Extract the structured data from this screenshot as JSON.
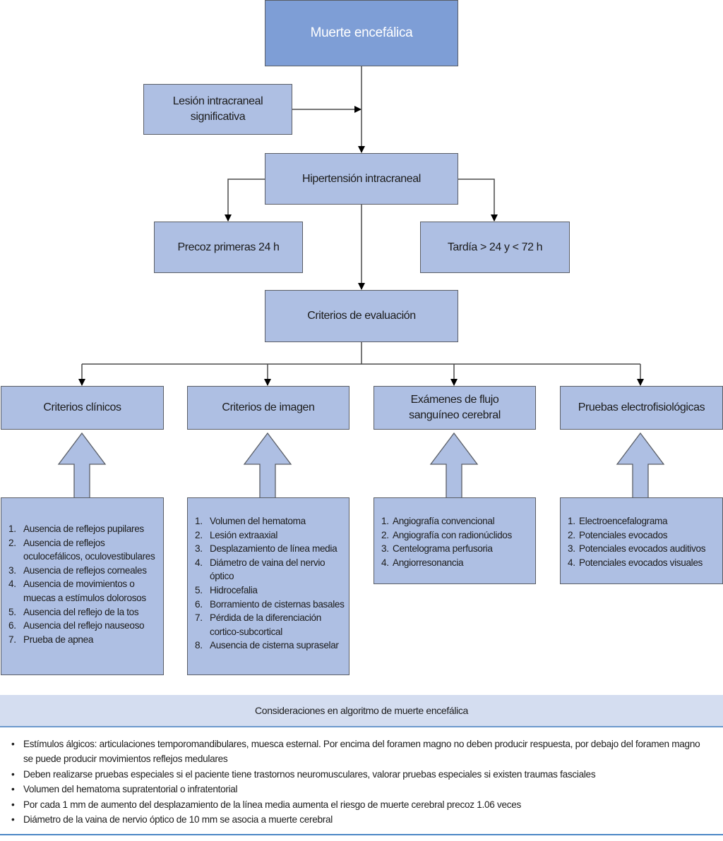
{
  "diagram": {
    "root": "Muerte encefálica",
    "cause": "Lesión intracraneal significativa",
    "mechanism": "Hipertensión intracraneal",
    "timing": {
      "early": "Precoz primeras 24 h",
      "late": "Tardía > 24 y < 72 h"
    },
    "evaluation": "Criterios de evaluación",
    "categories": [
      {
        "title": "Criterios clínicos",
        "items": [
          "Ausencia de reflejos pupilares",
          "Ausencia de reflejos oculocefálicos, oculovestibulares",
          "Ausencia de reflejos corneales",
          "Ausencia de movimientos o muecas a estímulos dolorosos",
          "Ausencia del reflejo de la tos",
          "Ausencia del reflejo nauseoso",
          "Prueba de apnea"
        ]
      },
      {
        "title": "Criterios de imagen",
        "items": [
          "Volumen del hematoma",
          "Lesión extraaxial",
          "Desplazamiento de línea media",
          "Diámetro de vaina del nervio óptico",
          "Hidrocefalia",
          "Borramiento de cisternas basales",
          "Pérdida de la diferenciación cortico-subcortical",
          "Ausencia de cisterna supraselar"
        ]
      },
      {
        "title": "Exámenes de flujo sanguíneo cerebral",
        "items": [
          "Angiografía convencional",
          "Angiografía con radionúclidos",
          "Centelograma perfusoria",
          "Angiorresonancia"
        ]
      },
      {
        "title": "Pruebas electrofisiológicas",
        "items": [
          "Electroencefalograma",
          "Potenciales evocados",
          "Potenciales evocados auditivos",
          "Potenciales evocados visuales"
        ]
      }
    ]
  },
  "considerations": {
    "title": "Consideraciones en algoritmo de muerte encefálica",
    "bullet": "•",
    "items": [
      "Estímulos álgicos: articulaciones temporomandibulares, muesca esternal. Por encima del foramen magno no deben producir respuesta, por debajo del foramen magno se puede producir movimientos reflejos medulares",
      "Deben realizarse pruebas especiales si el paciente tiene trastornos neuromusculares, valorar pruebas especiales si existen traumas fasciales",
      "Volumen del hematoma supratentorial o infratentorial",
      "Por cada 1 mm de aumento del desplazamiento de la línea media aumenta el riesgo de muerte cerebral precoz 1.06 veces",
      "Diámetro de la vaina de nervio óptico de 10 mm se asocia a muerte cerebral"
    ]
  },
  "colors": {
    "root_fill": "#7e9ed6",
    "box_fill": "#aebfe3",
    "header_band": "#d4ddf0",
    "rule": "#4a86c5"
  }
}
